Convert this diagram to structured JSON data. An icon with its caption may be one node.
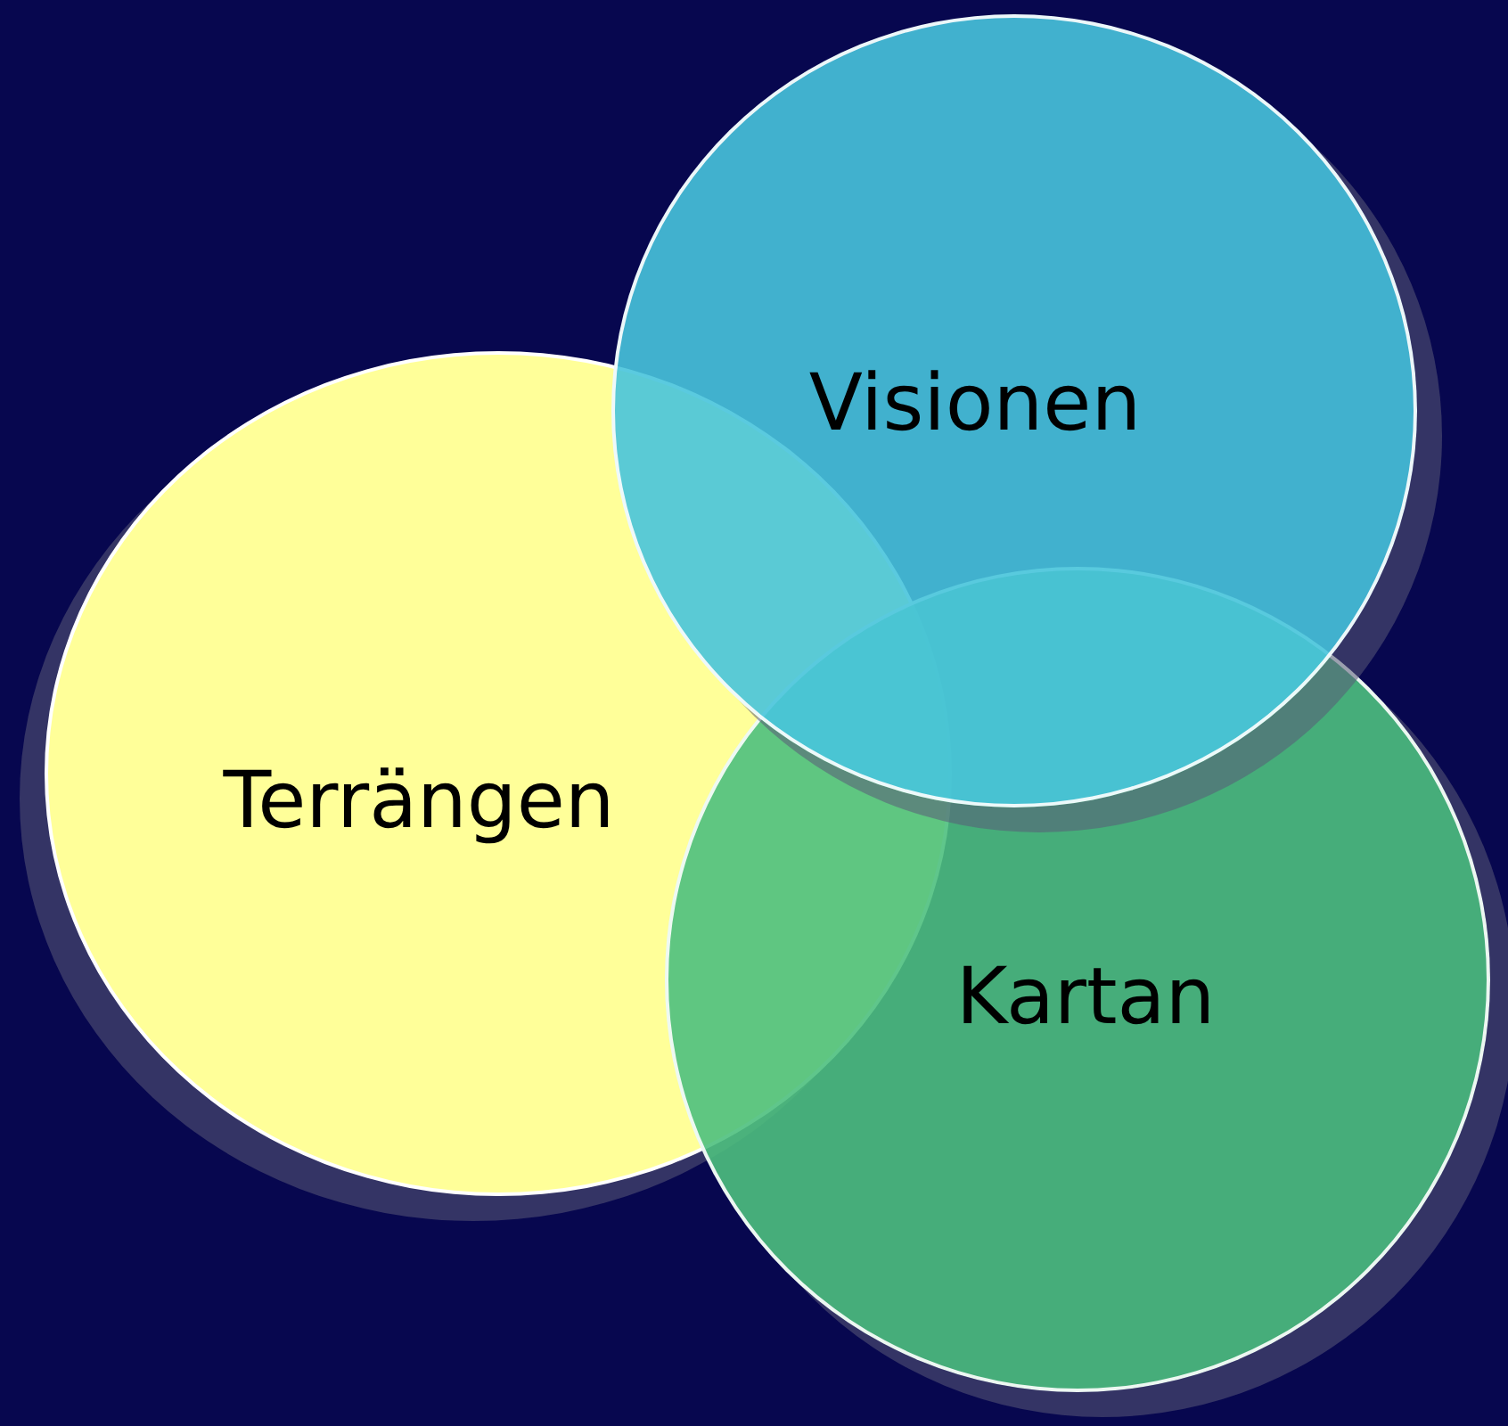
{
  "diagram": {
    "nodes": [
      {
        "text": [
          "Visionen"
        ]
      },
      {
        "text": [
          "Terrängen"
        ]
      },
      {
        "text": [
          "Kartan"
        ]
      }
    ]
  }
}
